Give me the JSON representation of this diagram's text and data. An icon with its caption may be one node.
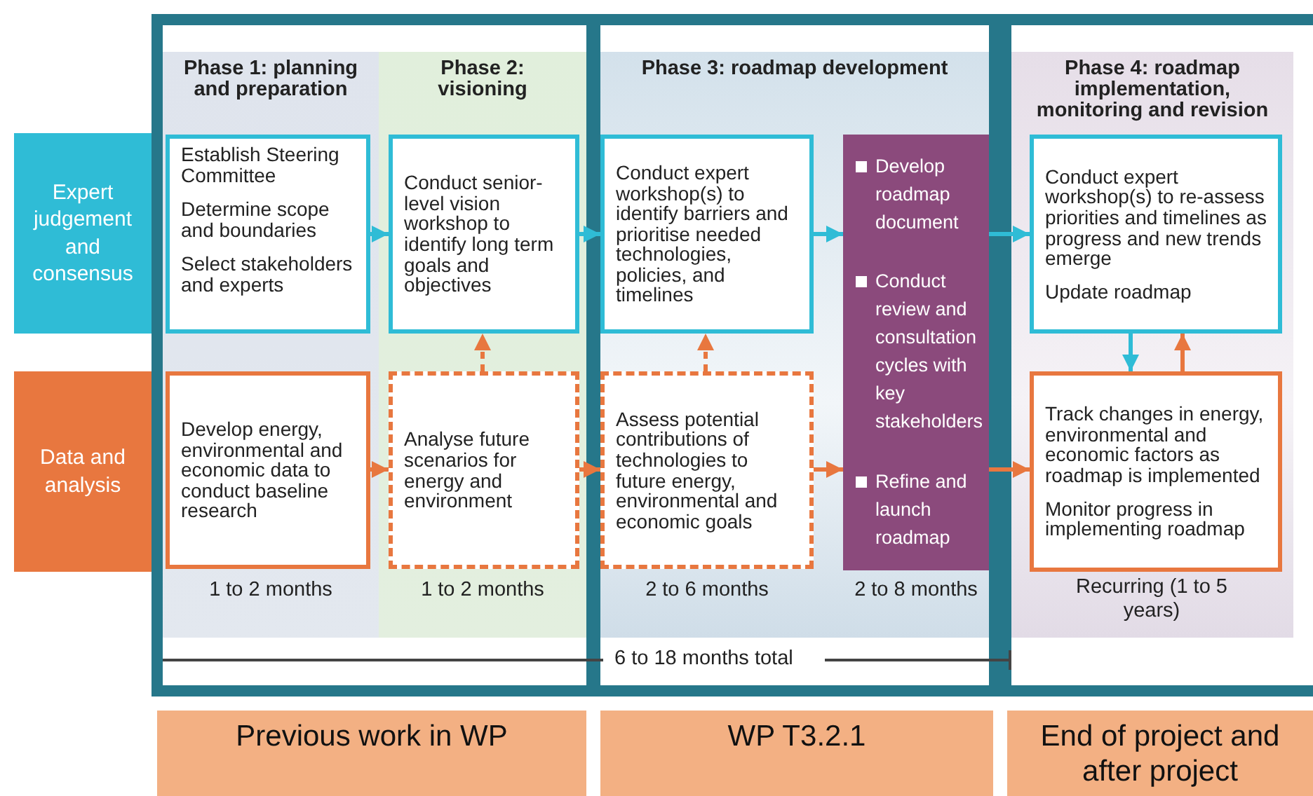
{
  "diagram": {
    "nodes": [
      {
        "text": [
          "Phase 1: planning and preparation",
          "1 to 2 months"
        ]
      },
      {
        "text": [
          "Phase 2: visioning",
          "1 to 2 months"
        ]
      },
      {
        "text": [
          "Phase 3: roadmap development",
          "2 to 6 months",
          "2 to 8 months"
        ]
      },
      {
        "text": [
          "Phase 4: roadmap implementation, monitoring and revision",
          "Recurring (1 to 5 years)"
        ]
      },
      {
        "text": [
          "Expert judgement and consensus"
        ]
      },
      {
        "text": [
          "Data and analysis"
        ]
      },
      {
        "text": [
          "Establish Steering Committee",
          "Determine scope and boundaries",
          "Select stakeholders and experts"
        ],
        "in": 0
      },
      {
        "text": [
          "Conduct senior-level vision workshop to identify long term goals and objectives"
        ],
        "in": 1
      },
      {
        "text": [
          "Conduct expert workshop(s) to identify barriers and prioritise needed technologies, policies, and timelines"
        ],
        "in": 2
      },
      {
        "text": [
          "Develop roadmap document",
          "Conduct review and consultation cycles with key stakeholders",
          "Refine and launch roadmap"
        ],
        "in": 2
      },
      {
        "text": [
          "Conduct expert workshop(s) to re-assess priorities and timelines as progress and new trends emerge",
          "Update roadmap"
        ],
        "in": 3
      },
      {
        "text": [
          "Develop energy, environmental and economic data to conduct baseline research"
        ],
        "in": 0
      },
      {
        "text": [
          "Analyse future scenarios for energy and environment"
        ],
        "in": 1
      },
      {
        "text": [
          "Assess potential contributions of technologies to future energy, environmental and economic goals"
        ],
        "in": 2
      },
      {
        "text": [
          "Track changes in energy, environmental and economic factors as roadmap is implemented",
          "Monitor progress in implementing roadmap"
        ],
        "in": 3
      },
      {
        "text": [
          "Previous work in WP"
        ]
      },
      {
        "text": [
          "WP T3.2.1"
        ]
      },
      {
        "text": [
          "End of project and after project"
        ]
      }
    ],
    "edges": [
      {
        "from": 6,
        "to": 7,
        "arrow": "to",
        "color": "#2fbcd6"
      },
      {
        "from": 7,
        "to": 8,
        "arrow": "to",
        "color": "#2fbcd6"
      },
      {
        "from": 8,
        "to": 9,
        "arrow": "to",
        "color": "#2fbcd6"
      },
      {
        "from": 9,
        "to": 10,
        "arrow": "to",
        "color": "#2fbcd6"
      },
      {
        "from": 11,
        "to": 12,
        "arrow": "to"
      },
      {
        "from": 12,
        "to": 13,
        "arrow": "to"
      },
      {
        "from": 13,
        "to": 9,
        "arrow": "to"
      },
      {
        "from": 9,
        "to": 14,
        "arrow": "to"
      },
      {
        "from": 12,
        "to": 7,
        "arrow": "to",
        "style": "dashed"
      },
      {
        "from": 13,
        "to": 8,
        "arrow": "to",
        "style": "dashed"
      },
      {
        "from": 10,
        "to": 14,
        "arrow": "to",
        "color": "#2fbcd6"
      },
      {
        "from": 14,
        "to": 10,
        "arrow": "to"
      }
    ],
    "labels": [
      "6 to 18 months total"
    ]
  }
}
